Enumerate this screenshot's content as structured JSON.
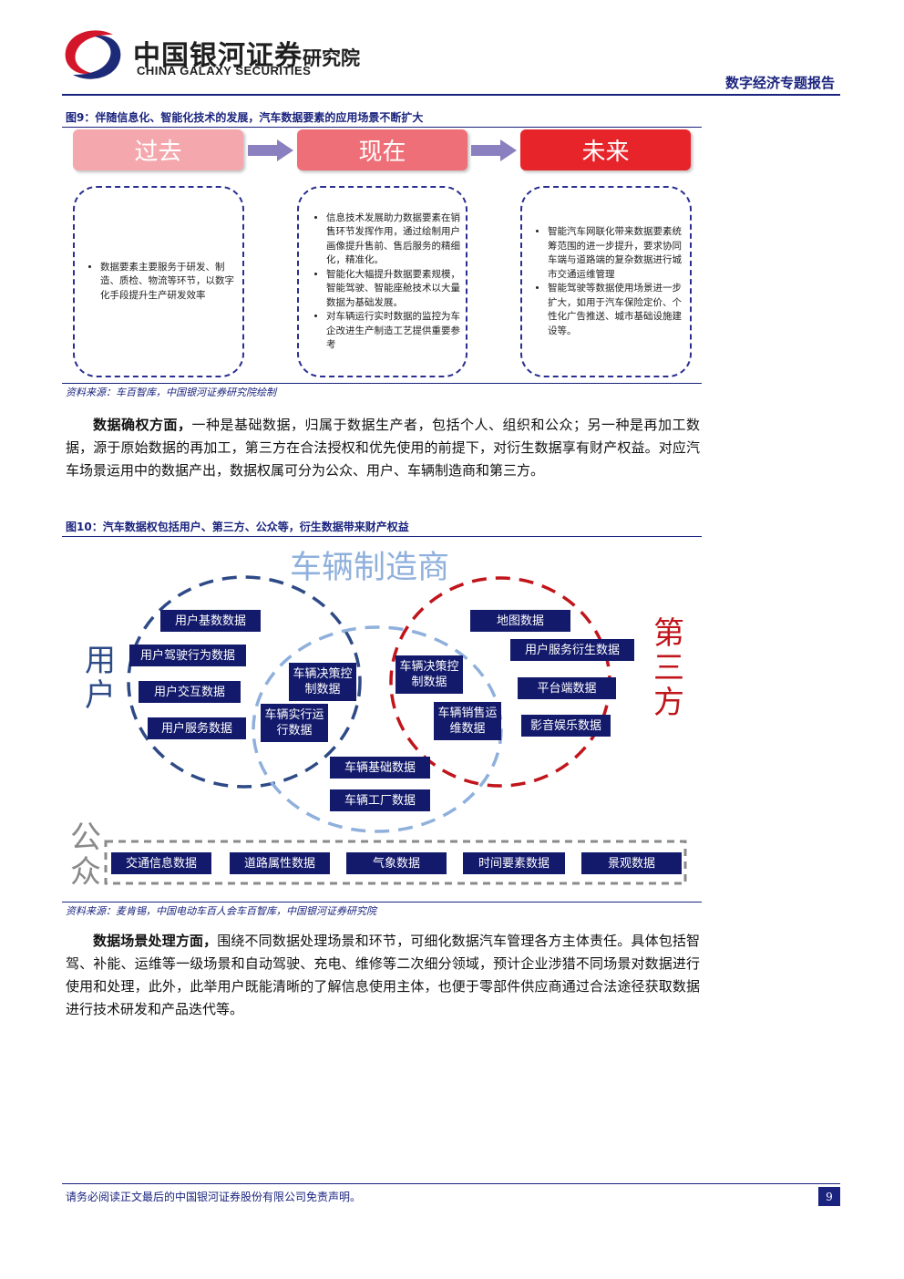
{
  "header": {
    "logo_cn": "中国银河证券",
    "logo_en": "CHINA GALAXY SECURITIES",
    "logo_institute": "研究院",
    "report_type": "数字经济专题报告"
  },
  "figure9": {
    "title": "图9：伴随信息化、智能化技术的发展，汽车数据要素的应用场景不断扩大",
    "phases": [
      {
        "label": "过去",
        "color": "#f4a8ad"
      },
      {
        "label": "现在",
        "color": "#ee6f77"
      },
      {
        "label": "未来",
        "color": "#e8242b"
      }
    ],
    "boxes": [
      {
        "bullets": [
          "数据要素主要服务于研发、制造、质检、物流等环节，以数字化手段提升生产研发效率"
        ]
      },
      {
        "bullets": [
          "信息技术发展助力数据要素在销售环节发挥作用，通过绘制用户画像提升售前、售后服务的精细化，精准化。",
          "智能化大幅提升数据要素规模，智能驾驶、智能座舱技术以大量数据为基础发展。",
          "对车辆运行实时数据的监控为车企改进生产制造工艺提供重要参考"
        ]
      },
      {
        "bullets": [
          "智能汽车网联化带来数据要素统筹范围的进一步提升，要求协同车端与道路端的复杂数据进行城市交通运维管理",
          "智能驾驶等数据使用场景进一步扩大，如用于汽车保险定价、个性化广告推送、城市基础设施建设等。"
        ]
      }
    ],
    "source": "资料来源：车百智库，中国银河证券研究院绘制"
  },
  "paragraph1": {
    "lead": "数据确权方面，",
    "text": "一种是基础数据，归属于数据生产者，包括个人、组织和公众；另一种是再加工数据，源于原始数据的再加工，第三方在合法授权和优先使用的前提下，对衍生数据享有财产权益。对应汽车场景运用中的数据产出，数据权属可分为公众、用户、车辆制造商和第三方。"
  },
  "figure10": {
    "title": "图10：汽车数据权包括用户、第三方、公众等，衍生数据带来财产权益",
    "label_user": "用户",
    "label_manufacturer": "车辆制造商",
    "label_third_party": "第三方",
    "label_public": "公众",
    "user_tags": [
      "用户基数数据",
      "用户驾驶行为数据",
      "用户交互数据",
      "用户服务数据"
    ],
    "user_maker_tags": [
      "车辆决策控制数据",
      "车辆实行运行数据"
    ],
    "maker_third_tags": [
      "车辆决策控制数据",
      "车辆销售运维数据"
    ],
    "maker_tags": [
      "车辆基础数据",
      "车辆工厂数据"
    ],
    "third_tags": [
      "地图数据",
      "用户服务衍生数据",
      "平台端数据",
      "影音娱乐数据"
    ],
    "public_tags": [
      "交通信息数据",
      "道路属性数据",
      "气象数据",
      "时间要素数据",
      "景观数据"
    ],
    "colors": {
      "user": "#2e4a86",
      "manufacturer": "#8fb0dc",
      "third_party": "#c0151b",
      "public": "#8a8a8a"
    },
    "source": "资料来源：麦肯锡，中国电动车百人会车百智库，中国银河证券研究院"
  },
  "paragraph2": {
    "lead": "数据场景处理方面，",
    "text": "围绕不同数据处理场景和环节，可细化数据汽车管理各方主体责任。具体包括智驾、补能、运维等一级场景和自动驾驶、充电、维修等二次细分领域，预计企业涉猎不同场景对数据进行使用和处理，此外，此举用户既能清晰的了解信息使用主体，也便于零部件供应商通过合法途径获取数据进行技术研发和产品迭代等。"
  },
  "footer": {
    "disclaimer": "请务必阅读正文最后的中国银河证券股份有限公司免责声明。",
    "page_number": "9"
  }
}
